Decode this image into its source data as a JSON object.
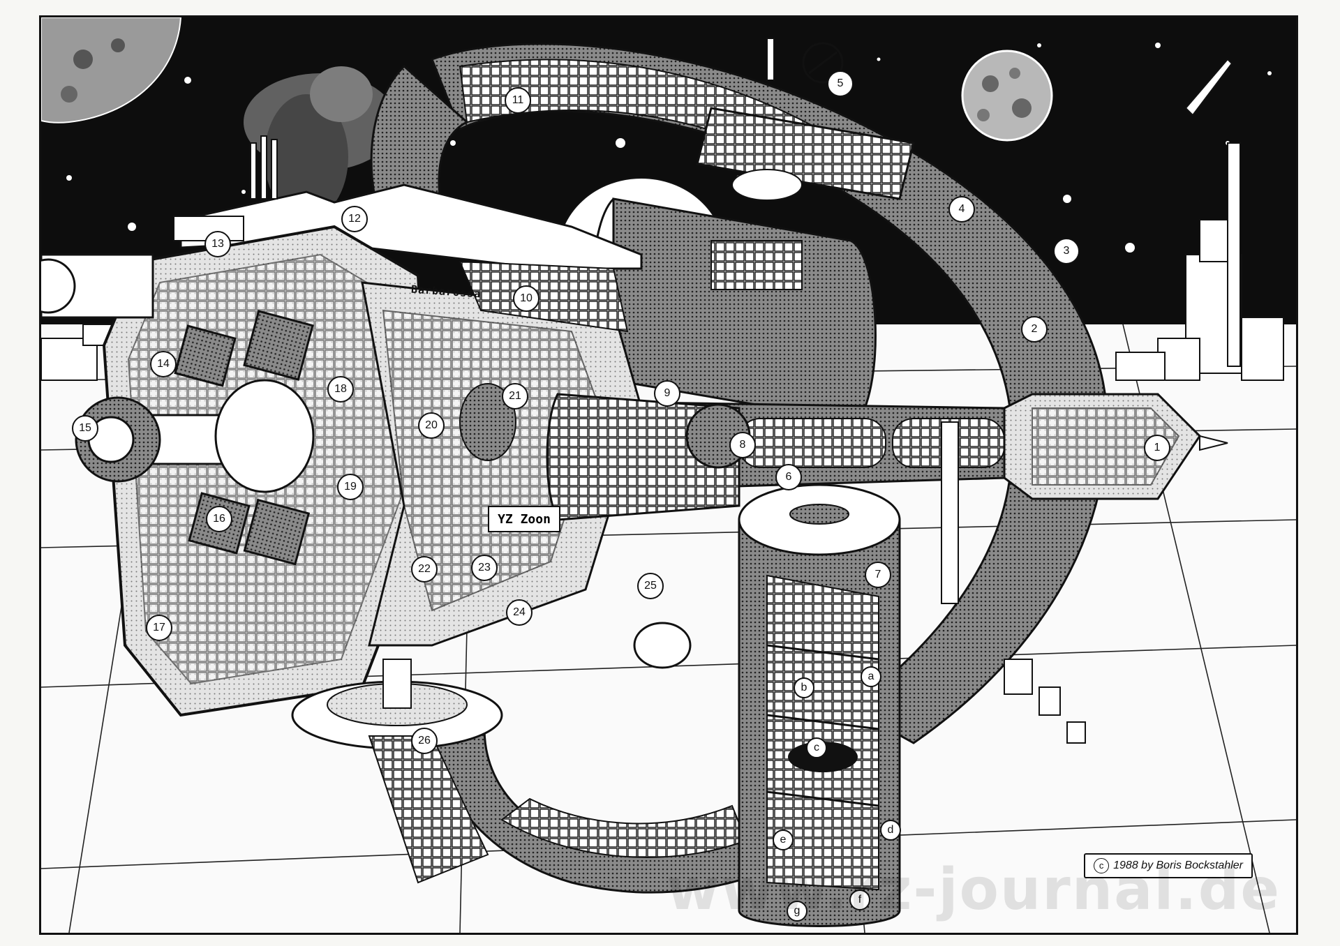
{
  "credit": {
    "symbol": "c",
    "text": "1988 by Boris Bockstahler"
  },
  "watermark": "www.rz-journal.de",
  "ship_sign": "YZ Zoon",
  "hull_name": "Barbarossa",
  "callouts": [
    "1",
    "2",
    "3",
    "4",
    "5",
    "6",
    "7",
    "8",
    "9",
    "10",
    "11",
    "12",
    "13",
    "14",
    "15",
    "16",
    "17",
    "18",
    "19",
    "20",
    "21",
    "22",
    "23",
    "24",
    "25",
    "26",
    "a",
    "b",
    "c",
    "d",
    "e",
    "f",
    "g"
  ],
  "colors": {
    "ink": "#111111",
    "paper": "#ffffff",
    "space": "#0d0d0d",
    "tone": "#5a5a5a"
  }
}
